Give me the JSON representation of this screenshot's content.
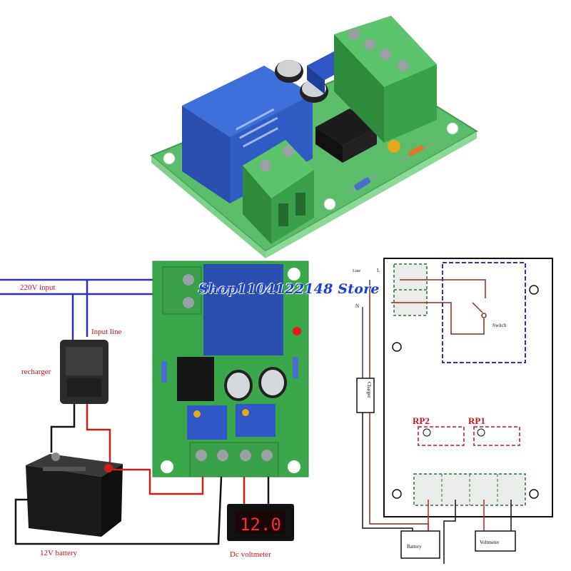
{
  "watermark": "Shop1104122148 Store",
  "wiring_photo": {
    "labels": {
      "ac_input": "220V input",
      "input_line": "Input line",
      "charger": "recharger",
      "battery": "12V battery",
      "voltmeter": "Dc voltmeter",
      "voltmeter_reading": "12.0"
    }
  },
  "schematic": {
    "labels": {
      "line": "Line",
      "line_letter": "L",
      "neutral_letter": "N",
      "switch": "Switch",
      "charger": "Charger",
      "rp2": "RP2",
      "rp1": "RP1",
      "battery": "Battery",
      "voltmeter": "Voltmeter"
    }
  },
  "colors": {
    "board": "#3aa84a",
    "relay": "#2a4fb0",
    "terminal": "#3aa04a",
    "wire_blue": "#2b2fc2",
    "wire_red": "#d21b1b",
    "wire_black": "#111111",
    "label_red": "#c8141a",
    "watermark": "#1a3fd6"
  }
}
